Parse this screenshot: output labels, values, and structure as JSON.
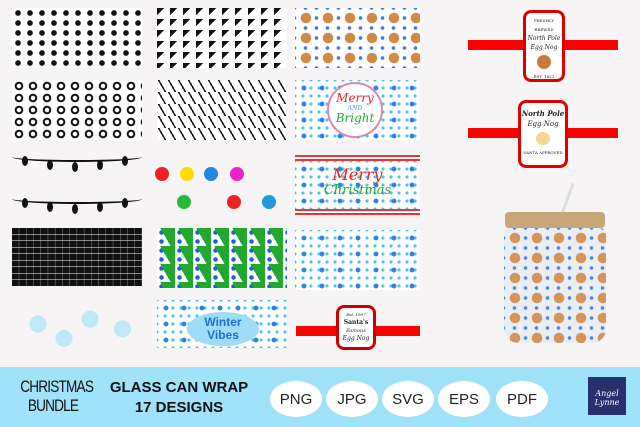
{
  "labels": {
    "north_pole_1": {
      "top": "FRESHLY BREWED",
      "title": "North Pole",
      "sub": "Egg Nog",
      "foot": "EST. 1823"
    },
    "north_pole_2": {
      "title": "North Pole",
      "sub": "Egg Nog",
      "foot": "SANTA APPROVED"
    },
    "santa": {
      "top": "Est. 1997",
      "title": "Santa's",
      "mid": "Famous",
      "sub": "Egg Nog"
    }
  },
  "designs": {
    "merry_bright": {
      "line1": "Merry",
      "line2": "AND",
      "line3": "Bright"
    },
    "merry_christmas": {
      "line1": "Merry",
      "line2": "Christmas"
    },
    "winter_vibes": {
      "line1": "Winter",
      "line2": "Vibes"
    }
  },
  "banner": {
    "title_line1": "CHRISTMAS",
    "title_line2": "BUNDLE",
    "product_line1": "GLASS CAN WRAP",
    "product_line2": "17 DESIGNS",
    "formats": [
      "PNG",
      "JPG",
      "SVG",
      "EPS",
      "PDF"
    ],
    "logo_text": "Angel Lynne"
  },
  "colors": {
    "banner": "#a0e2f9",
    "red": "#ff0000",
    "green": "#22a82e",
    "blue": "#2f80e8"
  }
}
